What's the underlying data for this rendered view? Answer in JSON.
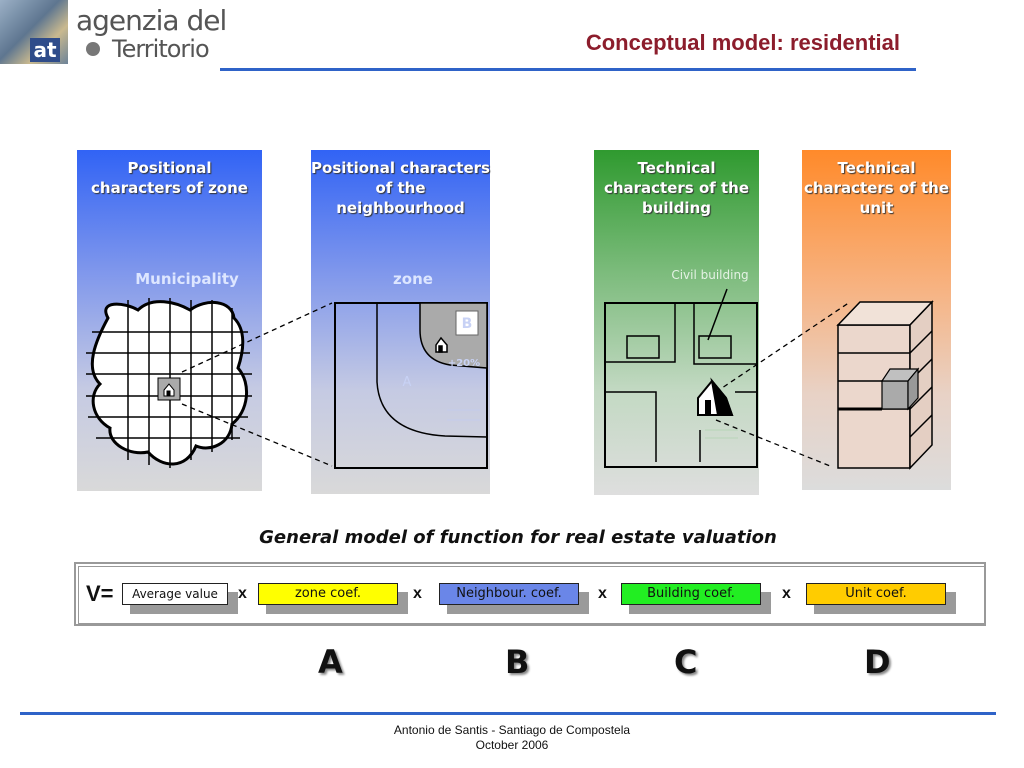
{
  "header": {
    "logo_line1": "agenzia del",
    "logo_line2": "Territorio",
    "logo_mark": "at",
    "title": "Conceptual model: residential"
  },
  "columns": {
    "zone": {
      "heading": "Positional characters of zone",
      "sub": "Municipality"
    },
    "neighbourhood": {
      "heading": "Positional characters of the neighbourhood",
      "sub": "zone",
      "label_a": "A",
      "label_b": "B",
      "label_pct": "+20%"
    },
    "building": {
      "heading": "Technical characters of the building",
      "sub": "Civil building"
    },
    "unit": {
      "heading": "Technical characters of the unit"
    }
  },
  "formula": {
    "title": "General model of function for real estate valuation",
    "v_eq": "V=",
    "average": "Average value",
    "zone": "zone coef.",
    "neighbour": "Neighbour. coef.",
    "building": "Building coef.",
    "unit": "Unit coef.",
    "times": "x"
  },
  "letters": {
    "a": "A",
    "b": "B",
    "c": "C",
    "d": "D"
  },
  "footer": {
    "author": "Antonio de Santis - Santiago de Compostela",
    "date": "October  2006"
  },
  "colors": {
    "accent_blue": "#2f63c8",
    "title_red": "#8c1d2c",
    "zone_coef": "#ffff00",
    "neighbour_coef": "#6a86e8",
    "building_coef": "#22ee22",
    "unit_coef": "#ffcc00"
  }
}
